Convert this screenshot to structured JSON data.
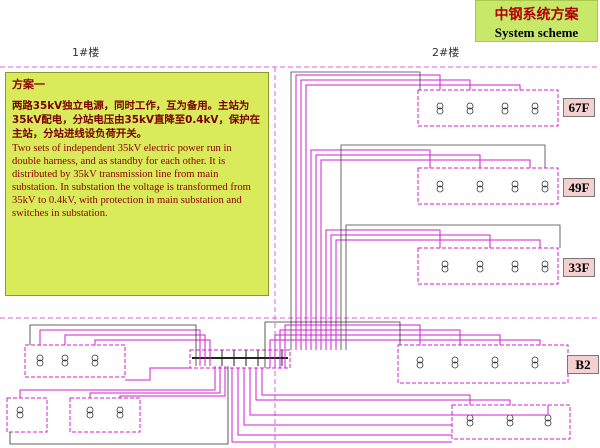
{
  "title": {
    "cn": "中钢系统方案",
    "en": "System scheme"
  },
  "buildings": {
    "left": "1#楼",
    "right": "2#楼"
  },
  "scheme": {
    "heading": "方案一",
    "cn": "两路35kV独立电源，同时工作，互为备用。主站为35kV配电，分站电压由35kV直降至0.4kV，保护在主站，分站进线设负荷开关。",
    "en": "Two sets of independent 35kV electric power run in double harness, and as standby for each other. It is distributed by 35kV transmission line from main substation. In substation the voltage is transformed from 35kV to 0.4kV, with protection in main substation and switches in substation."
  },
  "floors": [
    "67F",
    "49F",
    "33F",
    "B2"
  ],
  "colors": {
    "magenta": "#d020d0",
    "note_bg": "#d9ea5a",
    "title_bg": "#c8e86a",
    "floor_bg": "#f4d0d0"
  }
}
